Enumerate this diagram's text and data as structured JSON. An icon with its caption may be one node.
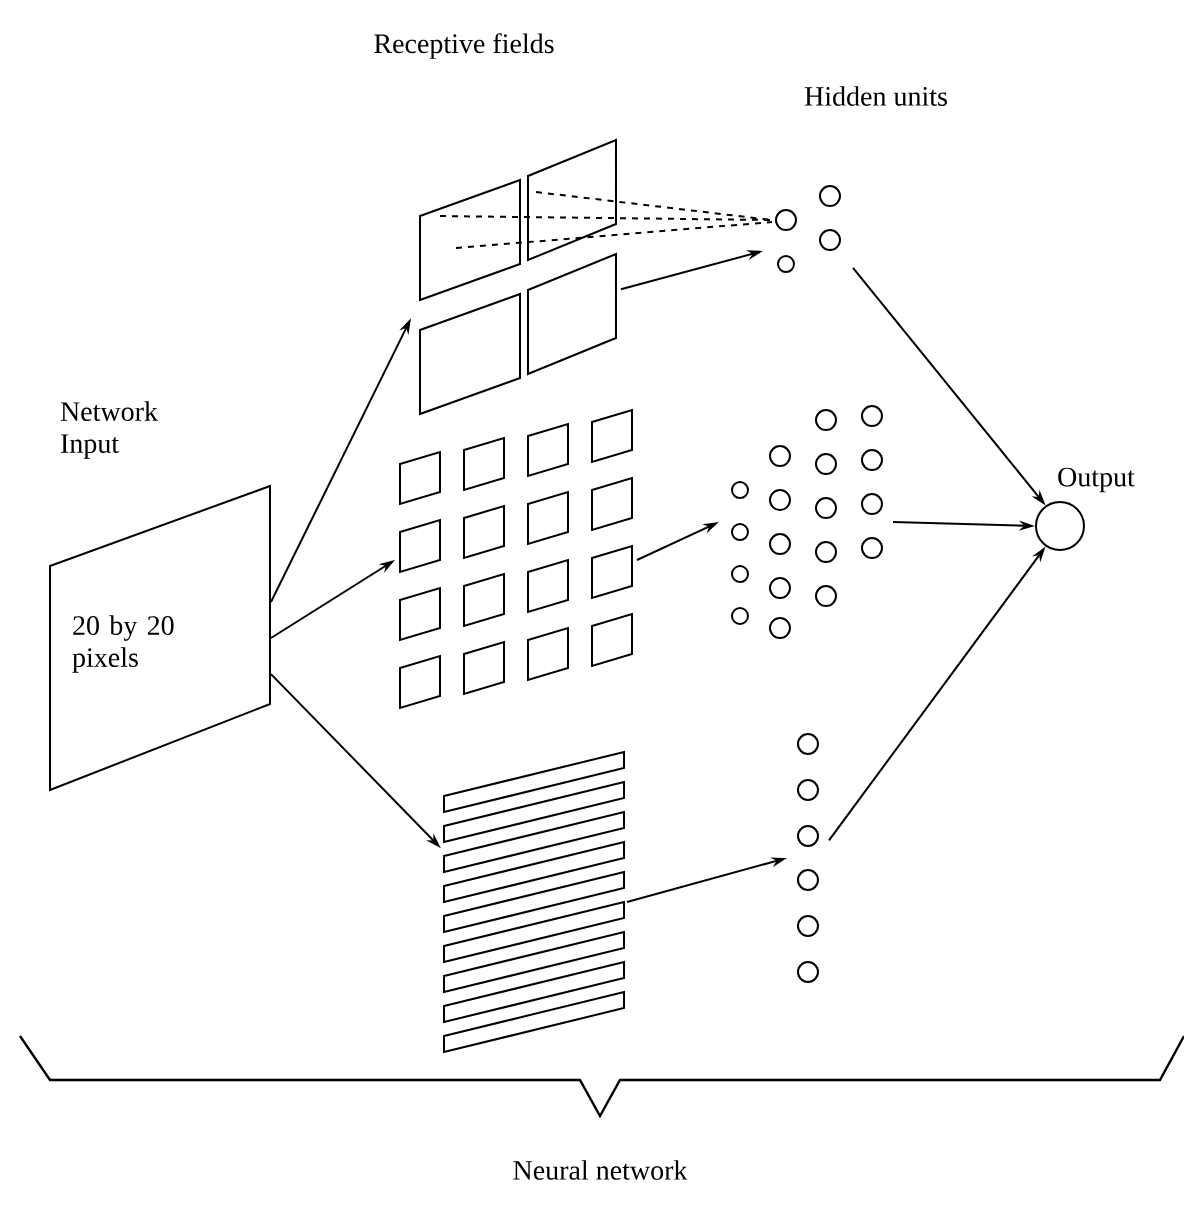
{
  "diagram": {
    "nodes": [
      {
        "text": [
          "Network Input",
          "20 by 20 pixels"
        ]
      },
      {
        "text": [],
        "shape": "picture"
      },
      {
        "text": [],
        "shape": "picture"
      },
      {
        "text": [],
        "shape": "picture"
      },
      {
        "text": [],
        "shape": "picture"
      },
      {
        "text": [],
        "shape": "picture"
      },
      {
        "text": [],
        "shape": "picture"
      },
      {
        "text": [
          "Output"
        ]
      }
    ],
    "edges": [
      {
        "from": 0,
        "to": 1,
        "arrow": "to"
      },
      {
        "from": 0,
        "to": 2,
        "arrow": "to"
      },
      {
        "from": 0,
        "to": 3,
        "arrow": "to"
      },
      {
        "from": 1,
        "to": 4,
        "arrow": "to"
      },
      {
        "from": 2,
        "to": 5,
        "arrow": "to"
      },
      {
        "from": 3,
        "to": 6,
        "arrow": "to"
      },
      {
        "from": 4,
        "to": 7,
        "arrow": "to"
      },
      {
        "from": 5,
        "to": 7,
        "arrow": "to"
      },
      {
        "from": 6,
        "to": 7,
        "arrow": "to"
      }
    ],
    "labels": [
      "Receptive fields",
      "Hidden units",
      "Neural network"
    ]
  }
}
